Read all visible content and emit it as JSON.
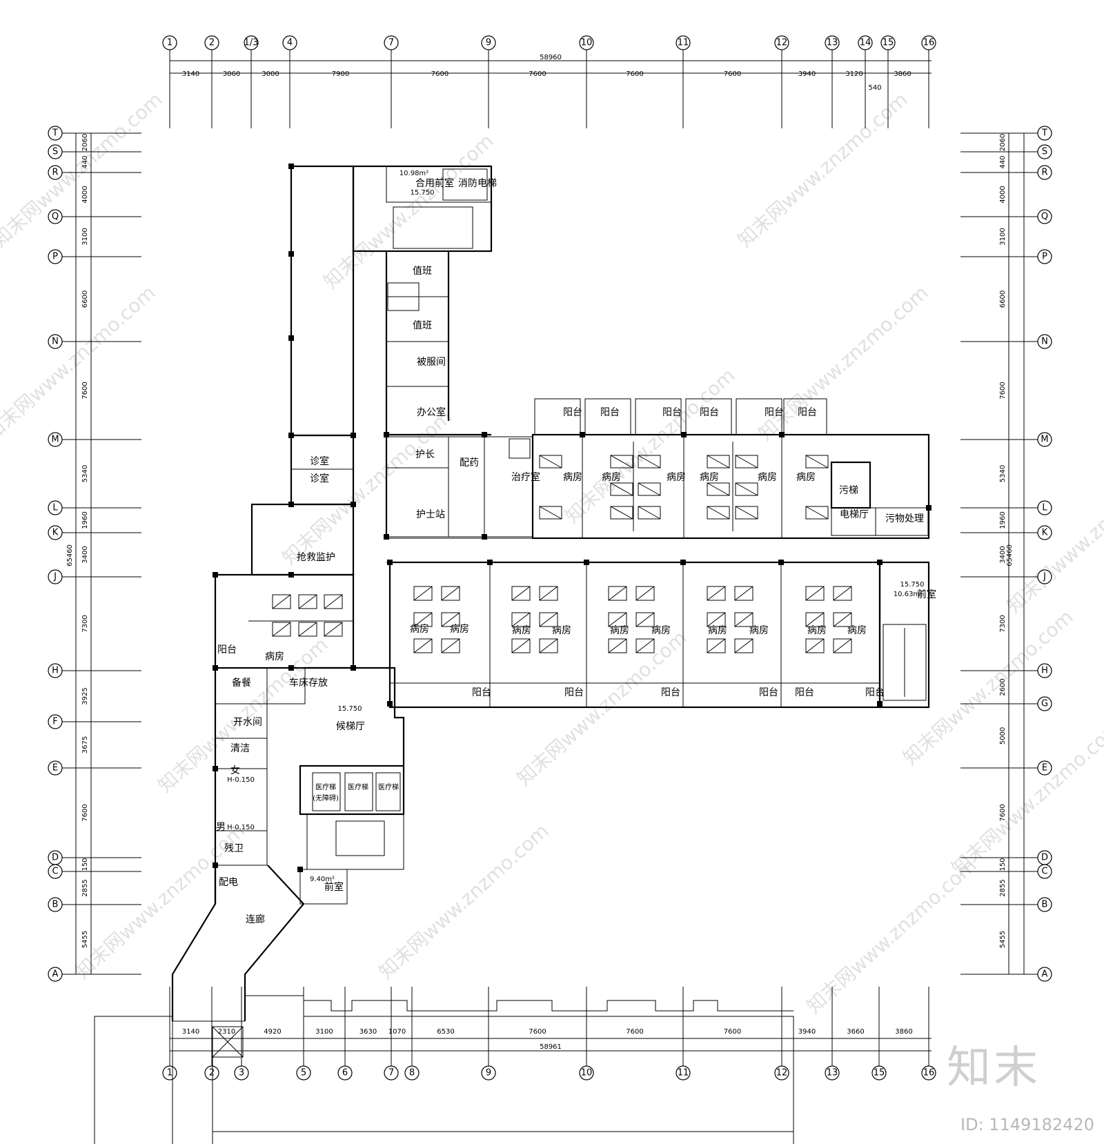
{
  "top_axes": [
    "1",
    "2",
    "1/3",
    "4",
    "7",
    "9",
    "10",
    "11",
    "12",
    "13",
    "14",
    "15",
    "16"
  ],
  "top_total": "58960",
  "top_dims": [
    "3140",
    "3060",
    "3000",
    "7900",
    "7600",
    "7600",
    "7600",
    "7600",
    "3940",
    "3120",
    "3860"
  ],
  "top_dim_extra": "540",
  "bottom_axes": [
    "1",
    "2",
    "3",
    "5",
    "6",
    "7",
    "8",
    "9",
    "10",
    "11",
    "12",
    "13",
    "15",
    "16"
  ],
  "bottom_total": "58961",
  "bottom_dims": [
    "3140",
    "2310",
    "4920",
    "3100",
    "3630",
    "1070",
    "6530",
    "7600",
    "7600",
    "7600",
    "3940",
    "3660",
    "3860"
  ],
  "row_axes": [
    "T",
    "S",
    "R",
    "Q",
    "P",
    "N",
    "M",
    "L",
    "K",
    "J",
    "H",
    "F",
    "E",
    "D",
    "C",
    "B",
    "A"
  ],
  "right_row_axes": [
    "T",
    "S",
    "R",
    "Q",
    "P",
    "N",
    "M",
    "L",
    "K",
    "J",
    "H",
    "G",
    "E",
    "D",
    "C",
    "B",
    "A"
  ],
  "left_dims": [
    "2060",
    "440",
    "4000",
    "3100",
    "6600",
    "7600",
    "5340",
    "1960",
    "3400",
    "7300",
    "3925",
    "3675",
    "7600",
    "150",
    "2855",
    "5455"
  ],
  "right_dims": [
    "2060",
    "440",
    "4000",
    "3100",
    "6600",
    "7600",
    "5340",
    "1960",
    "3400",
    "7300",
    "2600",
    "5000",
    "7600",
    "150",
    "2855",
    "5455"
  ],
  "side_total": "65460",
  "rooms": {
    "hall_front": "合用前室",
    "fire_elevator": "消防电梯",
    "area_top": "10.98m²",
    "elev_top": "15.750",
    "duty_1": "值班",
    "duty_2": "值班",
    "linen": "被服间",
    "office": "办公室",
    "head_nurse": "护长",
    "dispensary": "配药",
    "nurse_station": "护士站",
    "treatment": "治疗室",
    "clinic_1": "诊室",
    "clinic_2": "诊室",
    "rescue": "抢救监护",
    "ward": "病房",
    "balcony": "阳台",
    "dirty_lift": "污梯",
    "lift_hall": "电梯厅",
    "dirty_disposal": "污物处理",
    "front_room": "前室",
    "elev_right": "15.750",
    "area_right": "10.63m²",
    "pantry": "备餐",
    "bed_storage": "车床存放",
    "lift_lobby": "候梯厅",
    "elev_lobby": "15.750",
    "boiling_water": "开水间",
    "cleaning": "清洁",
    "female": "女",
    "male": "男",
    "accessible_wc": "残卫",
    "elev_wc1": "H-0.150",
    "elev_wc2": "H-0.150",
    "power": "配电",
    "corridor": "连廊",
    "med_lift_accessible": "医疗梯",
    "accessible_note": "(无障碍)",
    "med_lift": "医疗梯",
    "area_front2": "9.40m²",
    "front_room2": "前室"
  },
  "watermark_text": "知末网www.znzmo.com",
  "brand": {
    "logo": "知末",
    "id": "ID: 1149182420"
  }
}
